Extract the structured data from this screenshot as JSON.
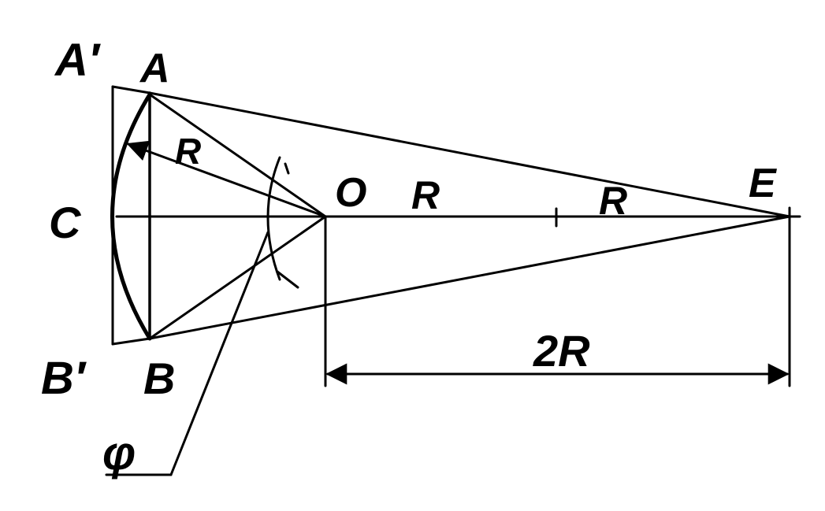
{
  "diagram": {
    "colors": {
      "ink": "#000000",
      "paper": "#ffffff"
    },
    "points": {
      "A_prime": "A′",
      "A": "A",
      "C": "C",
      "O": "O",
      "E": "E",
      "B_prime": "B′",
      "B": "B"
    },
    "segment_labels": {
      "radius_arrow": "R",
      "O_to_mid": "R",
      "mid_to_E": "R",
      "dimension": "2R"
    },
    "angle_label": "φ"
  }
}
